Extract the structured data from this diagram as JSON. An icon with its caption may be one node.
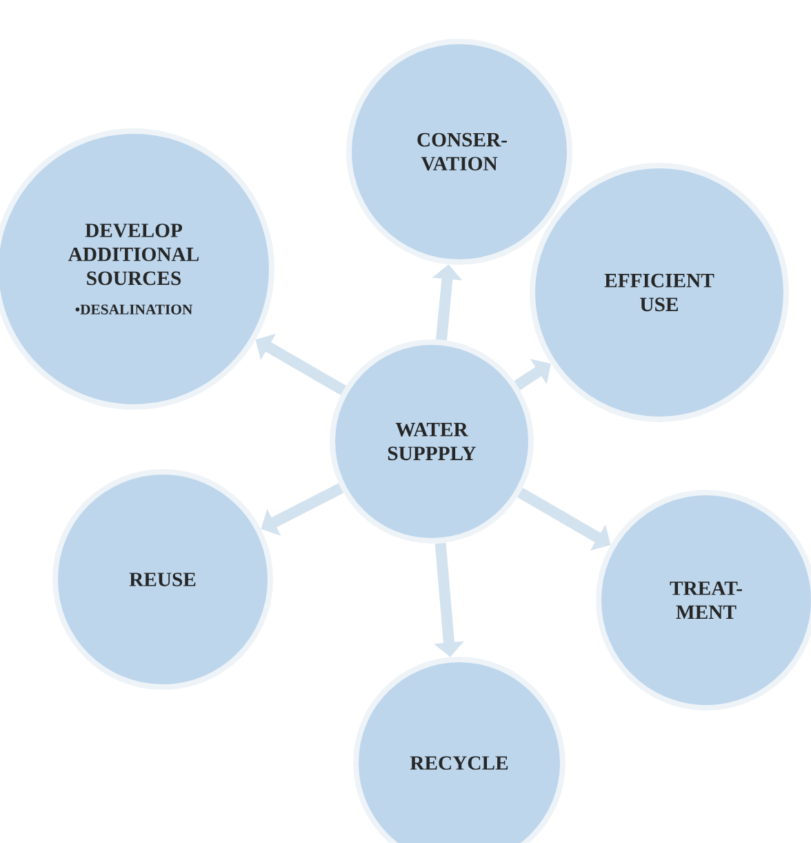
{
  "diagram": {
    "nodes": [
      {
        "text": [
          "CONSER- VATION"
        ]
      },
      {
        "text": [
          "DEVELOP ADDITIONAL SOURCES",
          "•DESALINATION"
        ]
      },
      {
        "text": [
          "EFFICIENT USE"
        ]
      },
      {
        "text": [
          "WATER SUPPPLY"
        ]
      },
      {
        "text": [
          "REUSE"
        ]
      },
      {
        "text": [
          "TREAT- MENT"
        ]
      },
      {
        "text": [
          "RECYCLE"
        ]
      }
    ],
    "edges": [
      {
        "from": 3,
        "to": 0,
        "arrow": "to"
      },
      {
        "from": 3,
        "to": 1,
        "arrow": "to"
      },
      {
        "from": 3,
        "to": 2,
        "arrow": "to"
      },
      {
        "from": 3,
        "to": 4,
        "arrow": "to"
      },
      {
        "from": 3,
        "to": 5,
        "arrow": "to"
      },
      {
        "from": 3,
        "to": 6,
        "arrow": "to"
      }
    ]
  }
}
